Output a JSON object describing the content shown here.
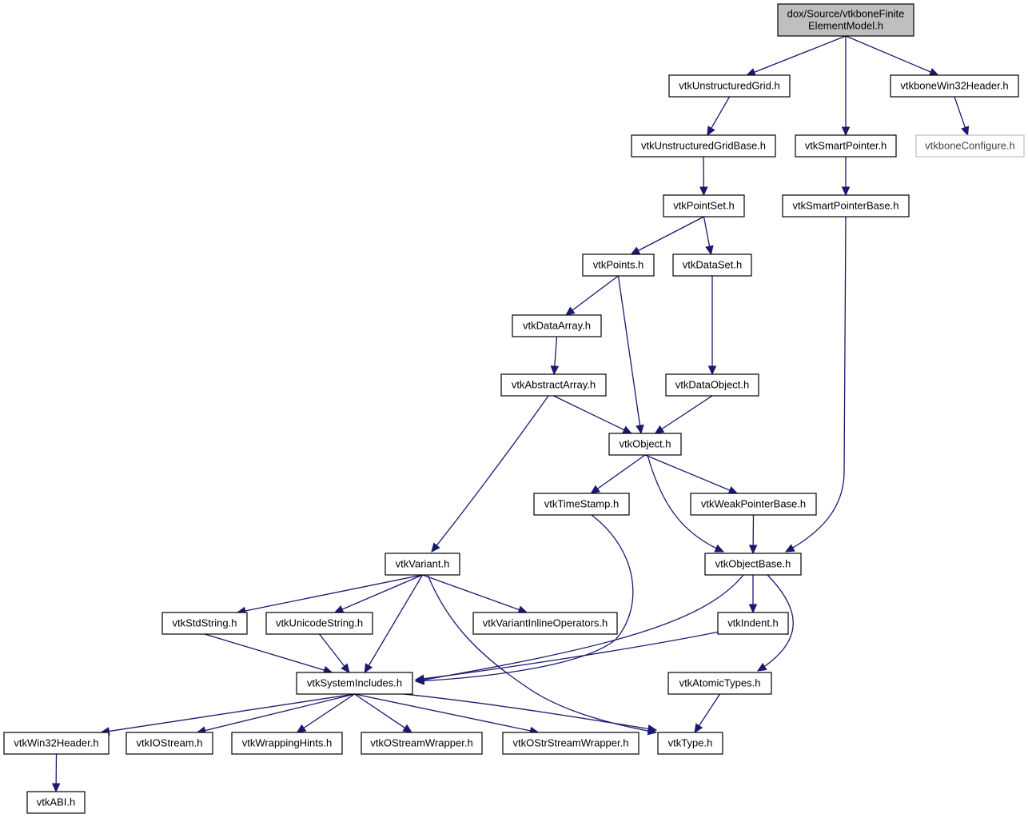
{
  "nodes": [
    {
      "id": "root",
      "lines": [
        "dox/Source/vtkboneFinite",
        "ElementModel.h"
      ],
      "kind": "root"
    },
    {
      "id": "ug",
      "lines": [
        "vtkUnstructuredGrid.h"
      ]
    },
    {
      "id": "sp",
      "lines": [
        "vtkSmartPointer.h"
      ]
    },
    {
      "id": "w32bone",
      "lines": [
        "vtkboneWin32Header.h"
      ]
    },
    {
      "id": "conf",
      "lines": [
        "vtkboneConfigure.h"
      ],
      "kind": "external"
    },
    {
      "id": "ugb",
      "lines": [
        "vtkUnstructuredGridBase.h"
      ]
    },
    {
      "id": "spb",
      "lines": [
        "vtkSmartPointerBase.h"
      ]
    },
    {
      "id": "ps",
      "lines": [
        "vtkPointSet.h"
      ]
    },
    {
      "id": "pts",
      "lines": [
        "vtkPoints.h"
      ]
    },
    {
      "id": "ds",
      "lines": [
        "vtkDataSet.h"
      ]
    },
    {
      "id": "da",
      "lines": [
        "vtkDataArray.h"
      ]
    },
    {
      "id": "aa",
      "lines": [
        "vtkAbstractArray.h"
      ]
    },
    {
      "id": "dobj",
      "lines": [
        "vtkDataObject.h"
      ]
    },
    {
      "id": "obj",
      "lines": [
        "vtkObject.h"
      ]
    },
    {
      "id": "ts",
      "lines": [
        "vtkTimeStamp.h"
      ]
    },
    {
      "id": "wpb",
      "lines": [
        "vtkWeakPointerBase.h"
      ]
    },
    {
      "id": "var",
      "lines": [
        "vtkVariant.h"
      ]
    },
    {
      "id": "ob",
      "lines": [
        "vtkObjectBase.h"
      ]
    },
    {
      "id": "stds",
      "lines": [
        "vtkStdString.h"
      ]
    },
    {
      "id": "us",
      "lines": [
        "vtkUnicodeString.h"
      ]
    },
    {
      "id": "vio",
      "lines": [
        "vtkVariantInlineOperators.h"
      ]
    },
    {
      "id": "ind",
      "lines": [
        "vtkIndent.h"
      ]
    },
    {
      "id": "si",
      "lines": [
        "vtkSystemIncludes.h"
      ]
    },
    {
      "id": "at",
      "lines": [
        "vtkAtomicTypes.h"
      ]
    },
    {
      "id": "w32",
      "lines": [
        "vtkWin32Header.h"
      ]
    },
    {
      "id": "ios",
      "lines": [
        "vtkIOStream.h"
      ]
    },
    {
      "id": "wh",
      "lines": [
        "vtkWrappingHints.h"
      ]
    },
    {
      "id": "osw",
      "lines": [
        "vtkOStreamWrapper.h"
      ]
    },
    {
      "id": "ossw",
      "lines": [
        "vtkOStrStreamWrapper.h"
      ]
    },
    {
      "id": "type",
      "lines": [
        "vtkType.h"
      ]
    },
    {
      "id": "abi",
      "lines": [
        "vtkABI.h"
      ]
    }
  ],
  "edges": [
    [
      "root",
      "ug"
    ],
    [
      "root",
      "sp"
    ],
    [
      "root",
      "w32bone"
    ],
    [
      "w32bone",
      "conf"
    ],
    [
      "ug",
      "ugb"
    ],
    [
      "ugb",
      "ps"
    ],
    [
      "sp",
      "spb"
    ],
    [
      "spb",
      "ob"
    ],
    [
      "ps",
      "pts"
    ],
    [
      "ps",
      "ds"
    ],
    [
      "pts",
      "da"
    ],
    [
      "pts",
      "obj"
    ],
    [
      "ds",
      "dobj"
    ],
    [
      "da",
      "aa"
    ],
    [
      "aa",
      "obj"
    ],
    [
      "aa",
      "var"
    ],
    [
      "dobj",
      "obj"
    ],
    [
      "obj",
      "ts"
    ],
    [
      "obj",
      "wpb"
    ],
    [
      "obj",
      "ob"
    ],
    [
      "wpb",
      "ob"
    ],
    [
      "ts",
      "si"
    ],
    [
      "var",
      "stds"
    ],
    [
      "var",
      "us"
    ],
    [
      "var",
      "vio"
    ],
    [
      "var",
      "si"
    ],
    [
      "var",
      "type"
    ],
    [
      "ob",
      "ind"
    ],
    [
      "ob",
      "si"
    ],
    [
      "ob",
      "at"
    ],
    [
      "stds",
      "si"
    ],
    [
      "us",
      "si"
    ],
    [
      "ind",
      "si"
    ],
    [
      "at",
      "type"
    ],
    [
      "si",
      "w32"
    ],
    [
      "si",
      "ios"
    ],
    [
      "si",
      "wh"
    ],
    [
      "si",
      "osw"
    ],
    [
      "si",
      "ossw"
    ],
    [
      "si",
      "type"
    ],
    [
      "w32",
      "abi"
    ]
  ]
}
